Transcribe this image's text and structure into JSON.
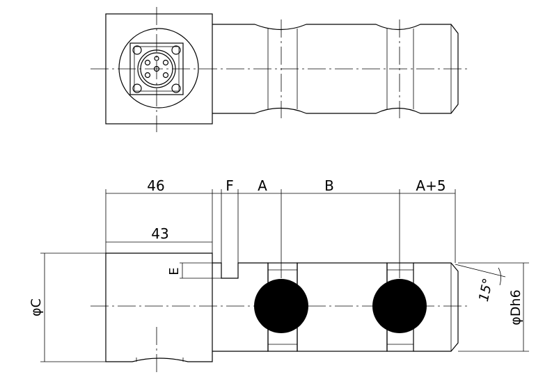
{
  "drawing": {
    "top_view": {
      "connector_pin_count": 5
    },
    "front_view": {
      "dimensions": {
        "overall_width": "46",
        "flange_width": "43",
        "slot": "F",
        "first_segment": "A",
        "middle_segment": "B",
        "last_segment": "A+5",
        "slot_depth": "E",
        "body_diameter": "φC",
        "tip_diameter": "φDh6",
        "chamfer_angle": "15°"
      }
    },
    "colors": {
      "line": "#000000",
      "fill_dark": "#000000",
      "background": "#ffffff"
    }
  }
}
